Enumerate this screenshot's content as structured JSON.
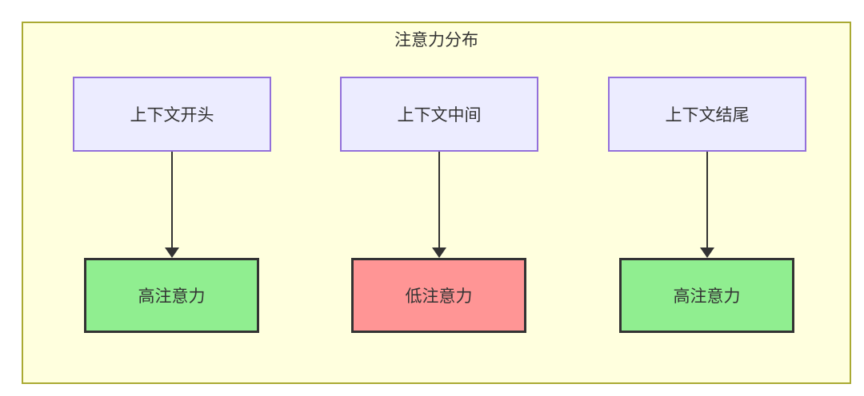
{
  "diagram": {
    "title": "注意力分布",
    "columns": [
      {
        "source": "上下文开头",
        "target": "高注意力",
        "target_level": "high"
      },
      {
        "source": "上下文中间",
        "target": "低注意力",
        "target_level": "low"
      },
      {
        "source": "上下文结尾",
        "target": "高注意力",
        "target_level": "high"
      }
    ],
    "colors": {
      "container_fill": "#FFFFDE",
      "container_border": "#AAAA33",
      "source_fill": "#ECECFF",
      "source_border": "#9370DB",
      "high_fill": "#90EE90",
      "low_fill": "#FF9595",
      "result_border": "#333333",
      "arrow": "#333333",
      "text": "#333333"
    }
  }
}
